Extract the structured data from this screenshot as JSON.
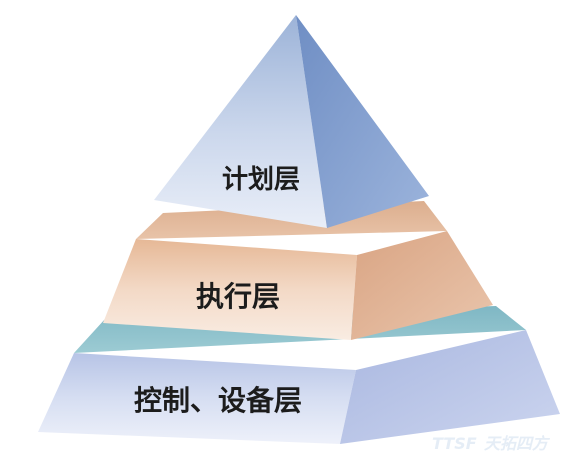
{
  "layers": {
    "top": {
      "label": "计划层"
    },
    "middle": {
      "label": "执行层"
    },
    "bottom": {
      "label": "控制、设备层"
    }
  },
  "watermark": {
    "latin": "TTSF",
    "cjk": "天拓四方"
  }
}
